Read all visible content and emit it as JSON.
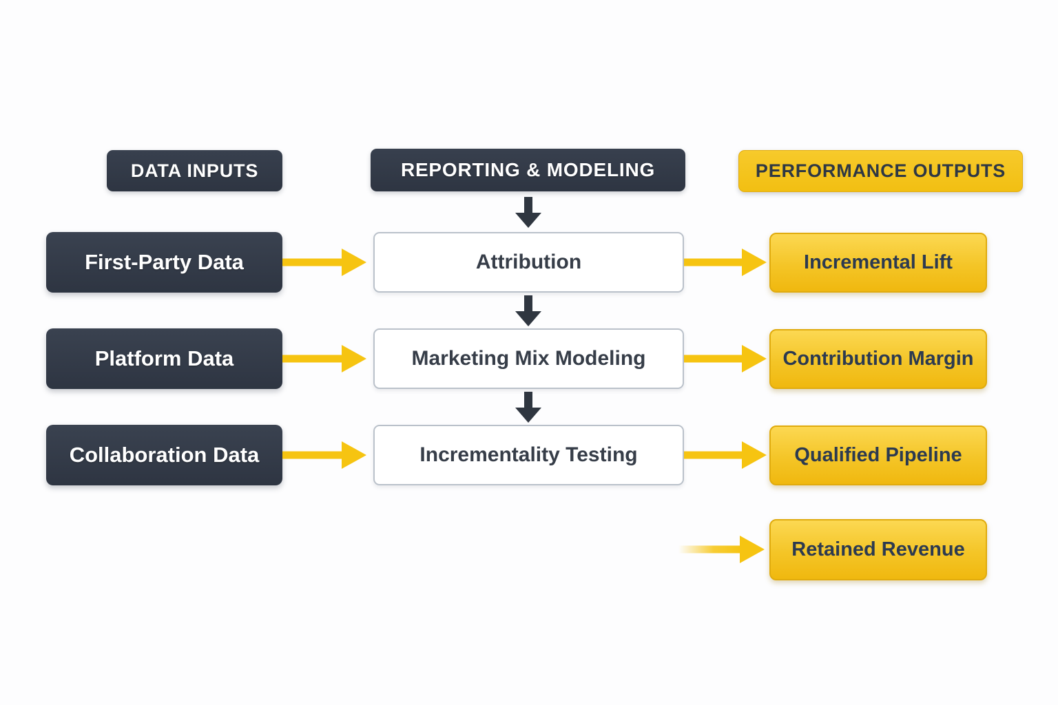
{
  "diagram": {
    "title_implicit": "Marketing measurement data flow",
    "headers": {
      "inputs": "DATA INPUTS",
      "modeling": "REPORTING & MODELING",
      "outputs": "PERFORMANCE OUTPUTS"
    },
    "inputs": [
      "First-Party Data",
      "Platform Data",
      "Collaboration Data"
    ],
    "modeling": [
      "Attribution",
      "Marketing Mix Modeling",
      "Incrementality Testing"
    ],
    "outputs": [
      "Incremental Lift",
      "Contribution Margin",
      "Qualified Pipeline",
      "Retained Revenue"
    ],
    "flows": [
      "First-Party Data -> Attribution",
      "Platform Data -> Marketing Mix Modeling",
      "Collaboration Data -> Incrementality Testing",
      "Attribution -> Incremental Lift",
      "Marketing Mix Modeling -> Contribution Margin",
      "Incrementality Testing -> Qualified Pipeline",
      "-> Retained Revenue",
      "REPORTING & MODELING -> Attribution -> Marketing Mix Modeling -> Incrementality Testing"
    ],
    "colors": {
      "background": "#fdfdfe",
      "dark_box": "#323946",
      "dark_box_text": "#ffffff",
      "yellow_header": "#f4c41c",
      "yellow_box_top": "#fcd852",
      "yellow_box_bottom": "#f0b80f",
      "yellow_box_border": "#e0ab0d",
      "yellow_box_text": "#2c3a50",
      "white_box_bg": "#ffffff",
      "white_box_border": "#bac1ca",
      "white_box_text": "#363d48",
      "arrow_yellow": "#f6c411",
      "arrow_dark": "#2f3640"
    }
  }
}
